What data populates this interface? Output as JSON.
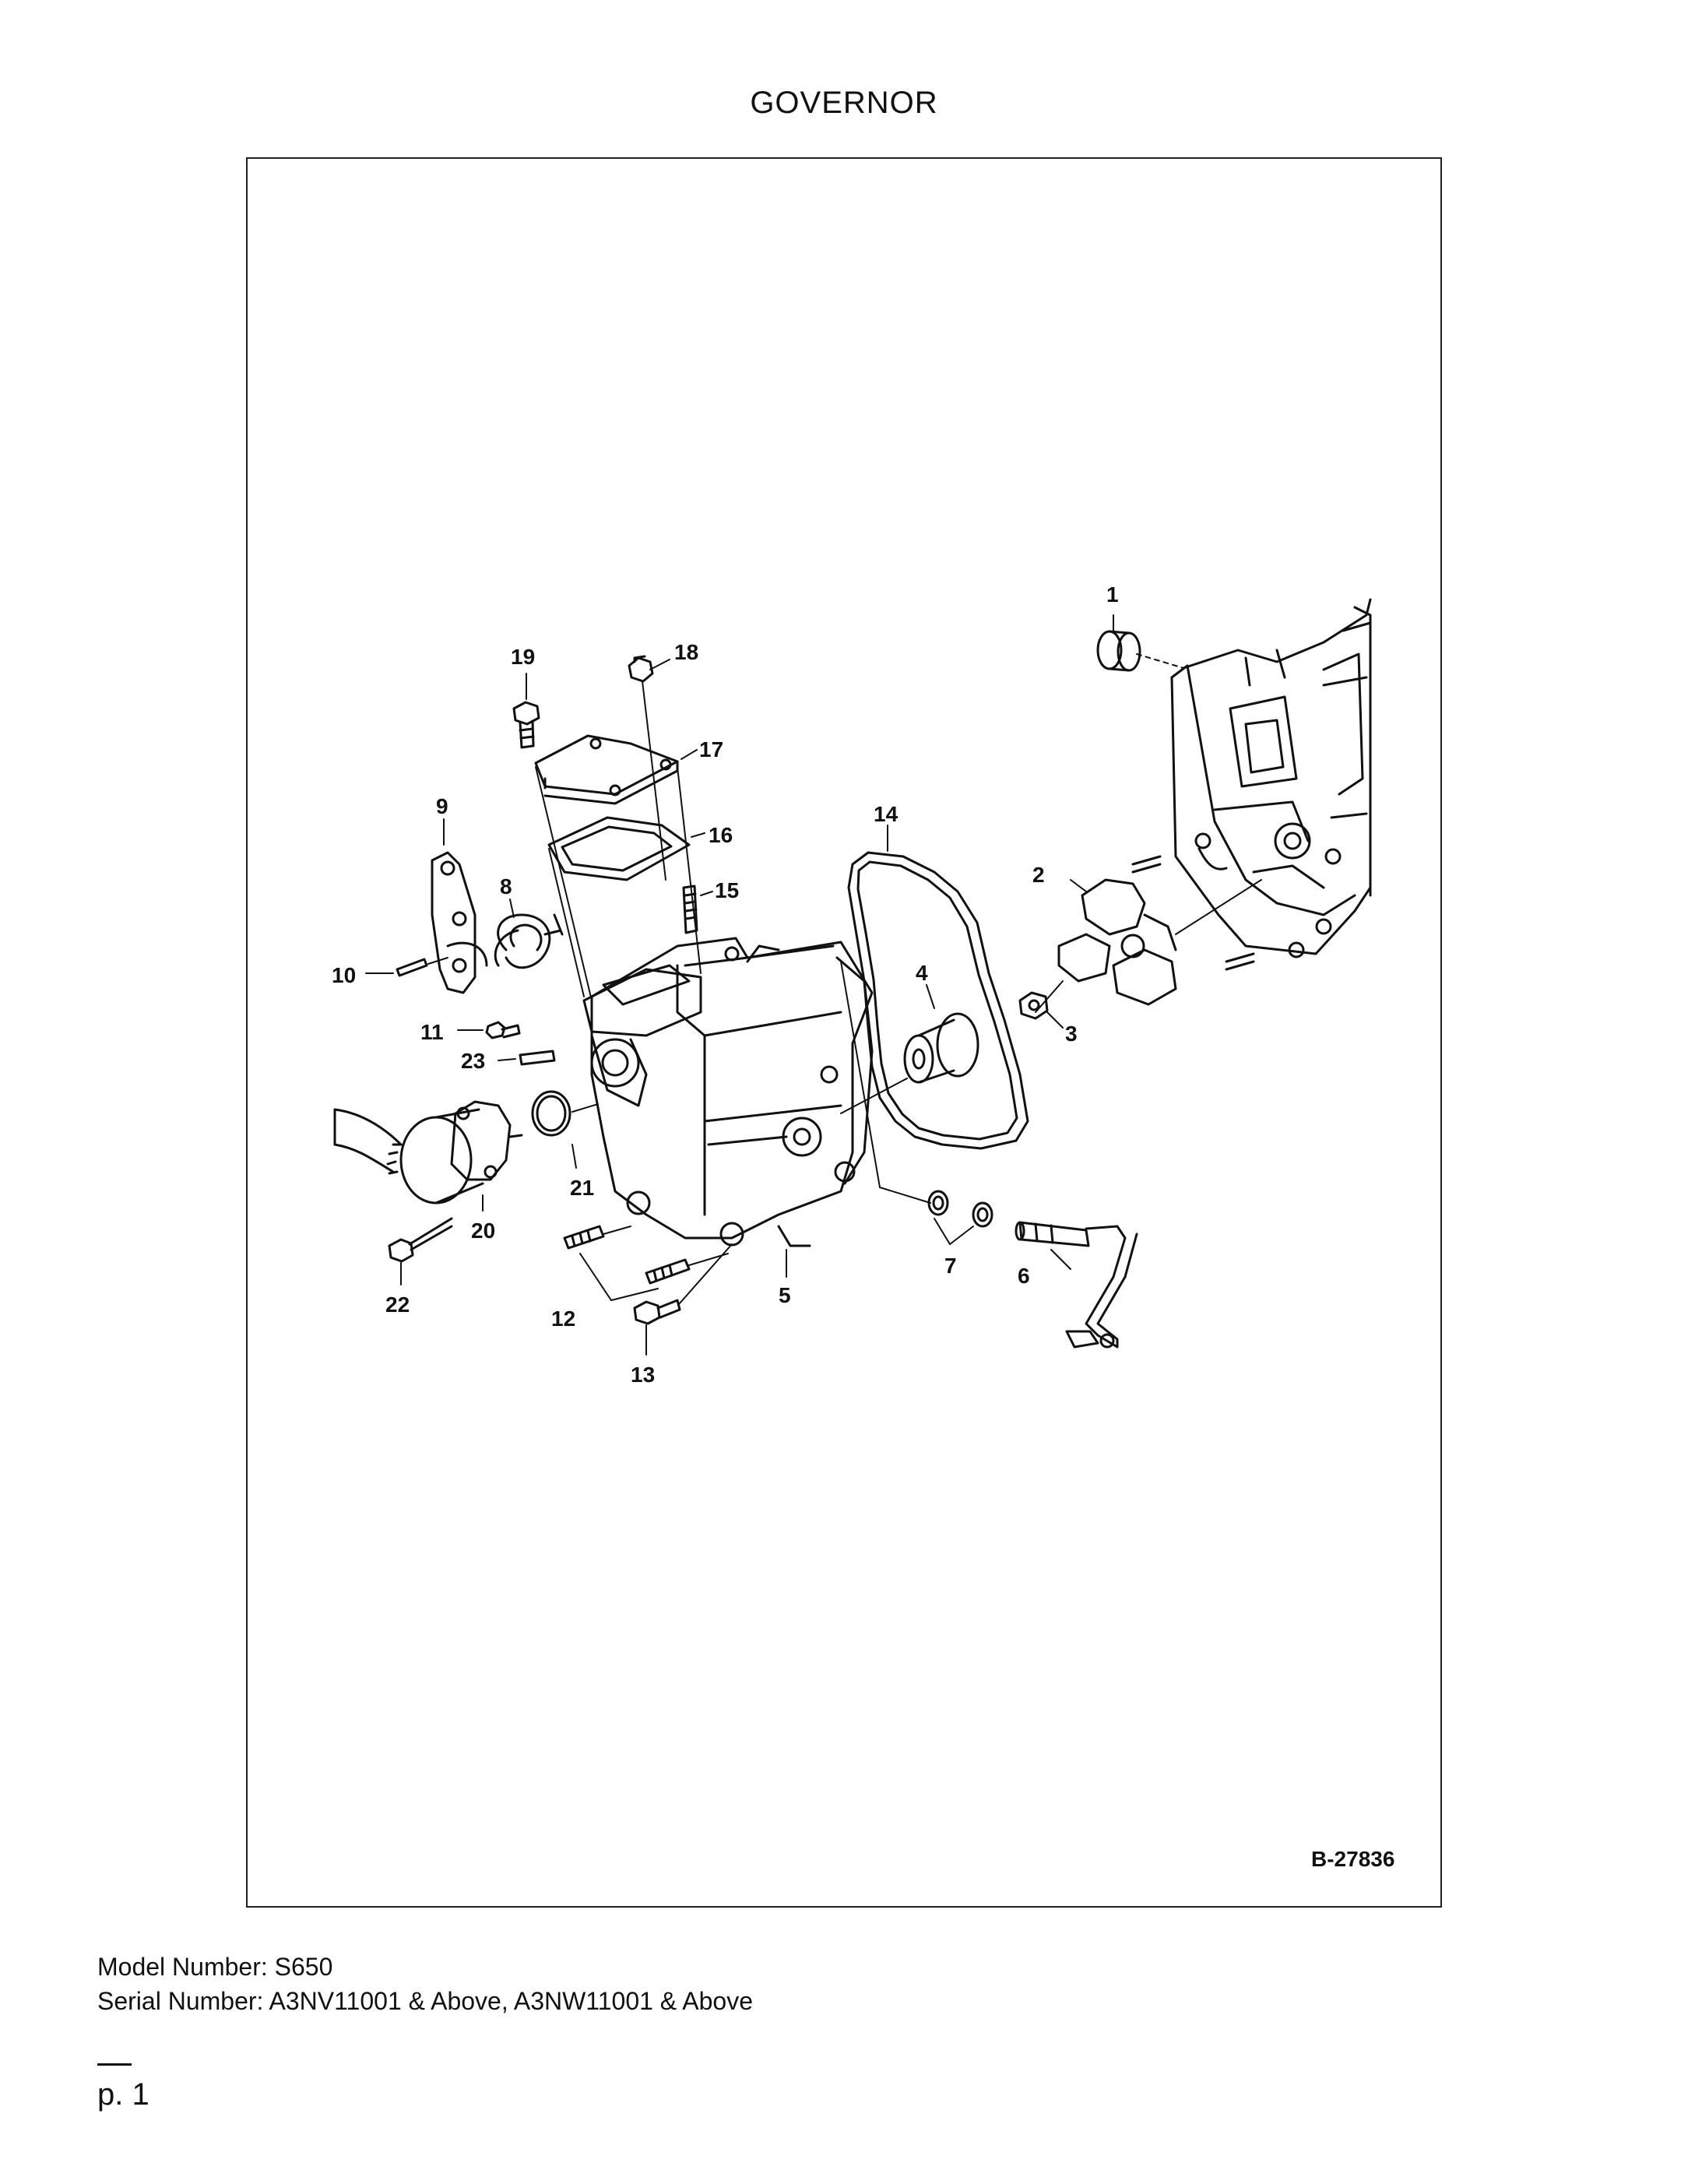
{
  "page": {
    "title": "GOVERNOR",
    "figure_id": "B-27836",
    "model_line": "Model Number: S650",
    "serial_line": "Serial Number: A3NV11001 & Above, A3NW11001 & Above",
    "page_label": "p. 1"
  },
  "callouts": [
    "1",
    "2",
    "3",
    "4",
    "5",
    "6",
    "7",
    "8",
    "9",
    "10",
    "11",
    "12",
    "13",
    "14",
    "15",
    "16",
    "17",
    "18",
    "19",
    "20",
    "21",
    "22",
    "23"
  ]
}
